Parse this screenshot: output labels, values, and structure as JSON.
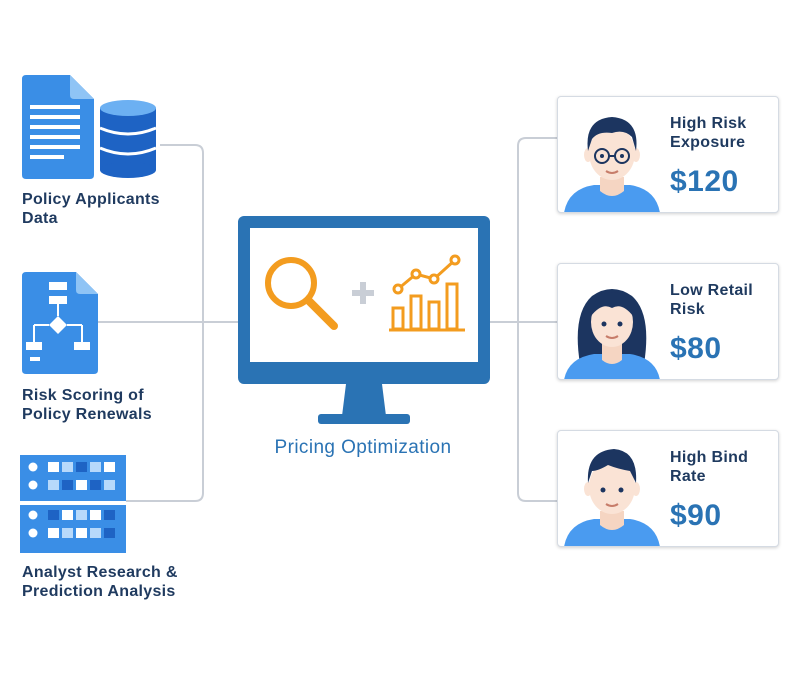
{
  "sources": [
    {
      "line1": "Policy Applicants",
      "line2": "Data",
      "icon": "document-database-icon"
    },
    {
      "line1": "Risk Scoring of",
      "line2": "Policy Renewals",
      "icon": "flowchart-document-icon"
    },
    {
      "line1": "Analyst Research &",
      "line2": "Prediction Analysis",
      "icon": "research-grid-icon"
    }
  ],
  "center": {
    "label": "Pricing Optimization",
    "icons": [
      "search-icon",
      "plus-icon",
      "growth-chart-icon"
    ]
  },
  "segments": [
    {
      "line1": "High Risk",
      "line2": "Exposure",
      "price": "$120",
      "avatar": "man-glasses-avatar"
    },
    {
      "line1": "Low Retail",
      "line2": "Risk",
      "price": "$80",
      "avatar": "woman-avatar"
    },
    {
      "line1": "High Bind",
      "line2": "Rate",
      "price": "$90",
      "avatar": "man-avatar"
    }
  ],
  "colors": {
    "monitor": "#2a73b4",
    "accent_orange": "#f39c1f",
    "text_navy": "#1f3a5f",
    "price_blue": "#2a73b4",
    "connector": "#c9ced6"
  }
}
